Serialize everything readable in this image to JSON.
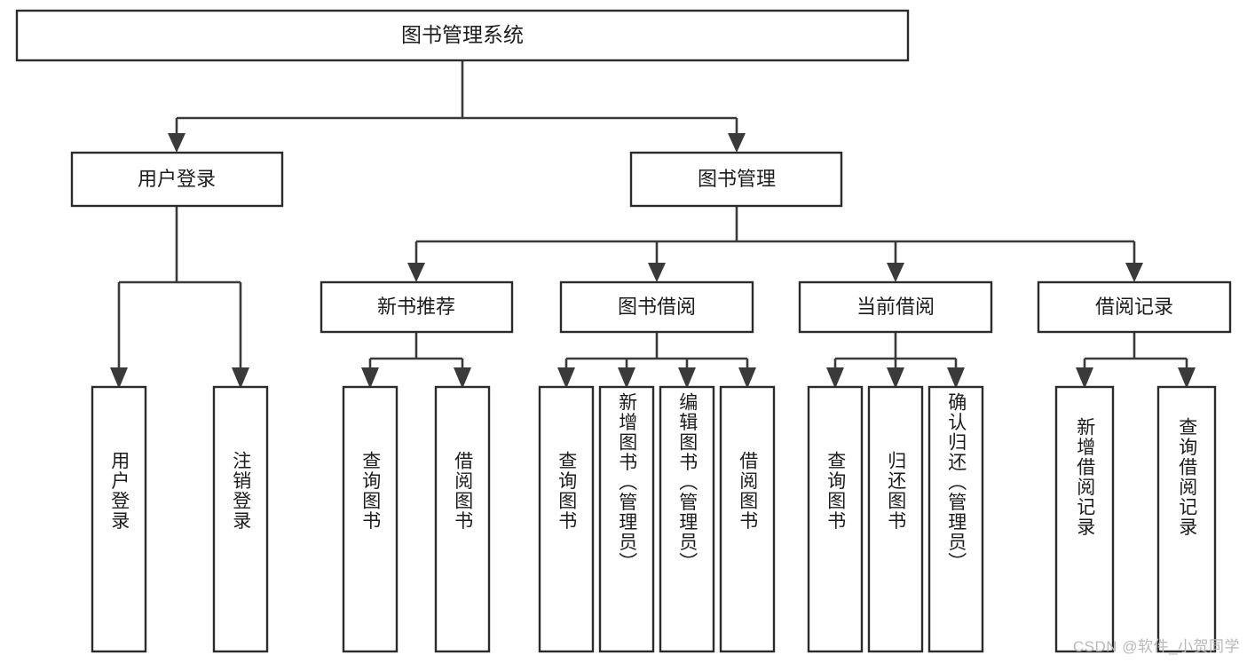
{
  "diagram": {
    "type": "tree-hierarchy",
    "title": "图书管理系统",
    "watermark": "CSDN @软件_小贺同学",
    "colors": {
      "box_stroke": "#2b2b2b",
      "box_fill": "#ffffff",
      "connector": "#3a3a3a",
      "text": "#1c1c1c",
      "watermark": "#b9b9b9",
      "background": "#ffffff"
    },
    "levels": {
      "root": {
        "label": "图书管理系统"
      },
      "level2": [
        {
          "label": "用户登录"
        },
        {
          "label": "图书管理"
        }
      ],
      "level3": [
        {
          "label": "新书推荐"
        },
        {
          "label": "图书借阅"
        },
        {
          "label": "当前借阅"
        },
        {
          "label": "借阅记录"
        }
      ],
      "leaves": {
        "user_login": [
          {
            "label": "用户登录"
          },
          {
            "label": "注销登录"
          }
        ],
        "new_book_recommend": [
          {
            "label": "查询图书"
          },
          {
            "label": "借阅图书"
          }
        ],
        "book_borrow": [
          {
            "label": "查询图书"
          },
          {
            "label": "新增图书（管理员）"
          },
          {
            "label": "编辑图书（管理员）"
          },
          {
            "label": "借阅图书"
          }
        ],
        "current_borrow": [
          {
            "label": "查询图书"
          },
          {
            "label": "归还图书"
          },
          {
            "label": "确认归还（管理员）"
          }
        ],
        "borrow_records": [
          {
            "label": "新增借阅记录"
          },
          {
            "label": "查询借阅记录"
          }
        ]
      }
    }
  }
}
